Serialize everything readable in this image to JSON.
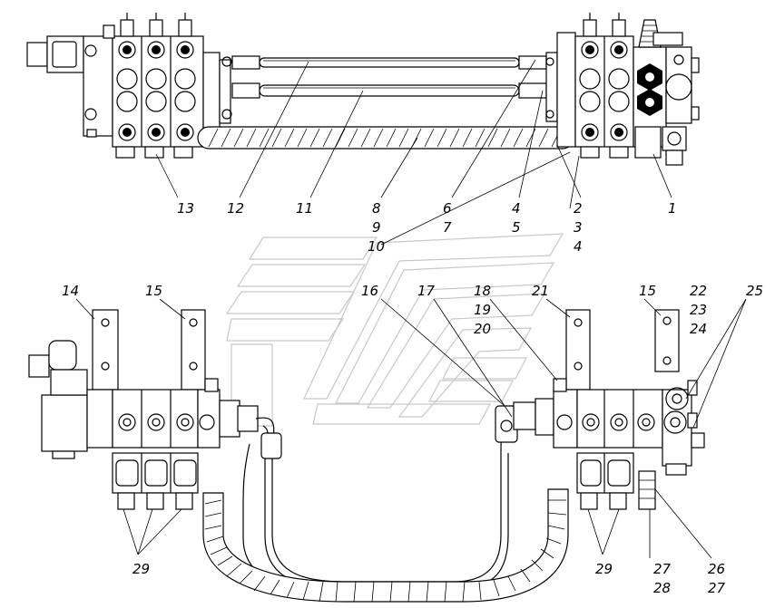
{
  "callouts_top": [
    {
      "id": "c13",
      "text": "13"
    },
    {
      "id": "c12",
      "text": "12"
    },
    {
      "id": "c11",
      "text": "11"
    },
    {
      "id": "c8",
      "text": "8"
    },
    {
      "id": "c9",
      "text": "9"
    },
    {
      "id": "c10",
      "text": "10"
    },
    {
      "id": "c6",
      "text": "6"
    },
    {
      "id": "c7",
      "text": "7"
    },
    {
      "id": "c4a",
      "text": "4"
    },
    {
      "id": "c5",
      "text": "5"
    },
    {
      "id": "c2",
      "text": "2"
    },
    {
      "id": "c3",
      "text": "3"
    },
    {
      "id": "c4b",
      "text": "4"
    },
    {
      "id": "c1",
      "text": "1"
    }
  ],
  "callouts_bottom": [
    {
      "id": "c14",
      "text": "14"
    },
    {
      "id": "c15a",
      "text": "15"
    },
    {
      "id": "c16",
      "text": "16"
    },
    {
      "id": "c17",
      "text": "17"
    },
    {
      "id": "c18",
      "text": "18"
    },
    {
      "id": "c19",
      "text": "19"
    },
    {
      "id": "c20",
      "text": "20"
    },
    {
      "id": "c21",
      "text": "21"
    },
    {
      "id": "c15b",
      "text": "15"
    },
    {
      "id": "c22",
      "text": "22"
    },
    {
      "id": "c23",
      "text": "23"
    },
    {
      "id": "c24",
      "text": "24"
    },
    {
      "id": "c25",
      "text": "25"
    },
    {
      "id": "c29a",
      "text": "29"
    },
    {
      "id": "c29b",
      "text": "29"
    },
    {
      "id": "c27a",
      "text": "27"
    },
    {
      "id": "c28",
      "text": "28"
    },
    {
      "id": "c26",
      "text": "26"
    },
    {
      "id": "c27b",
      "text": "27"
    }
  ],
  "icons": {
    "watermark": "chevron-logo-watermark"
  }
}
